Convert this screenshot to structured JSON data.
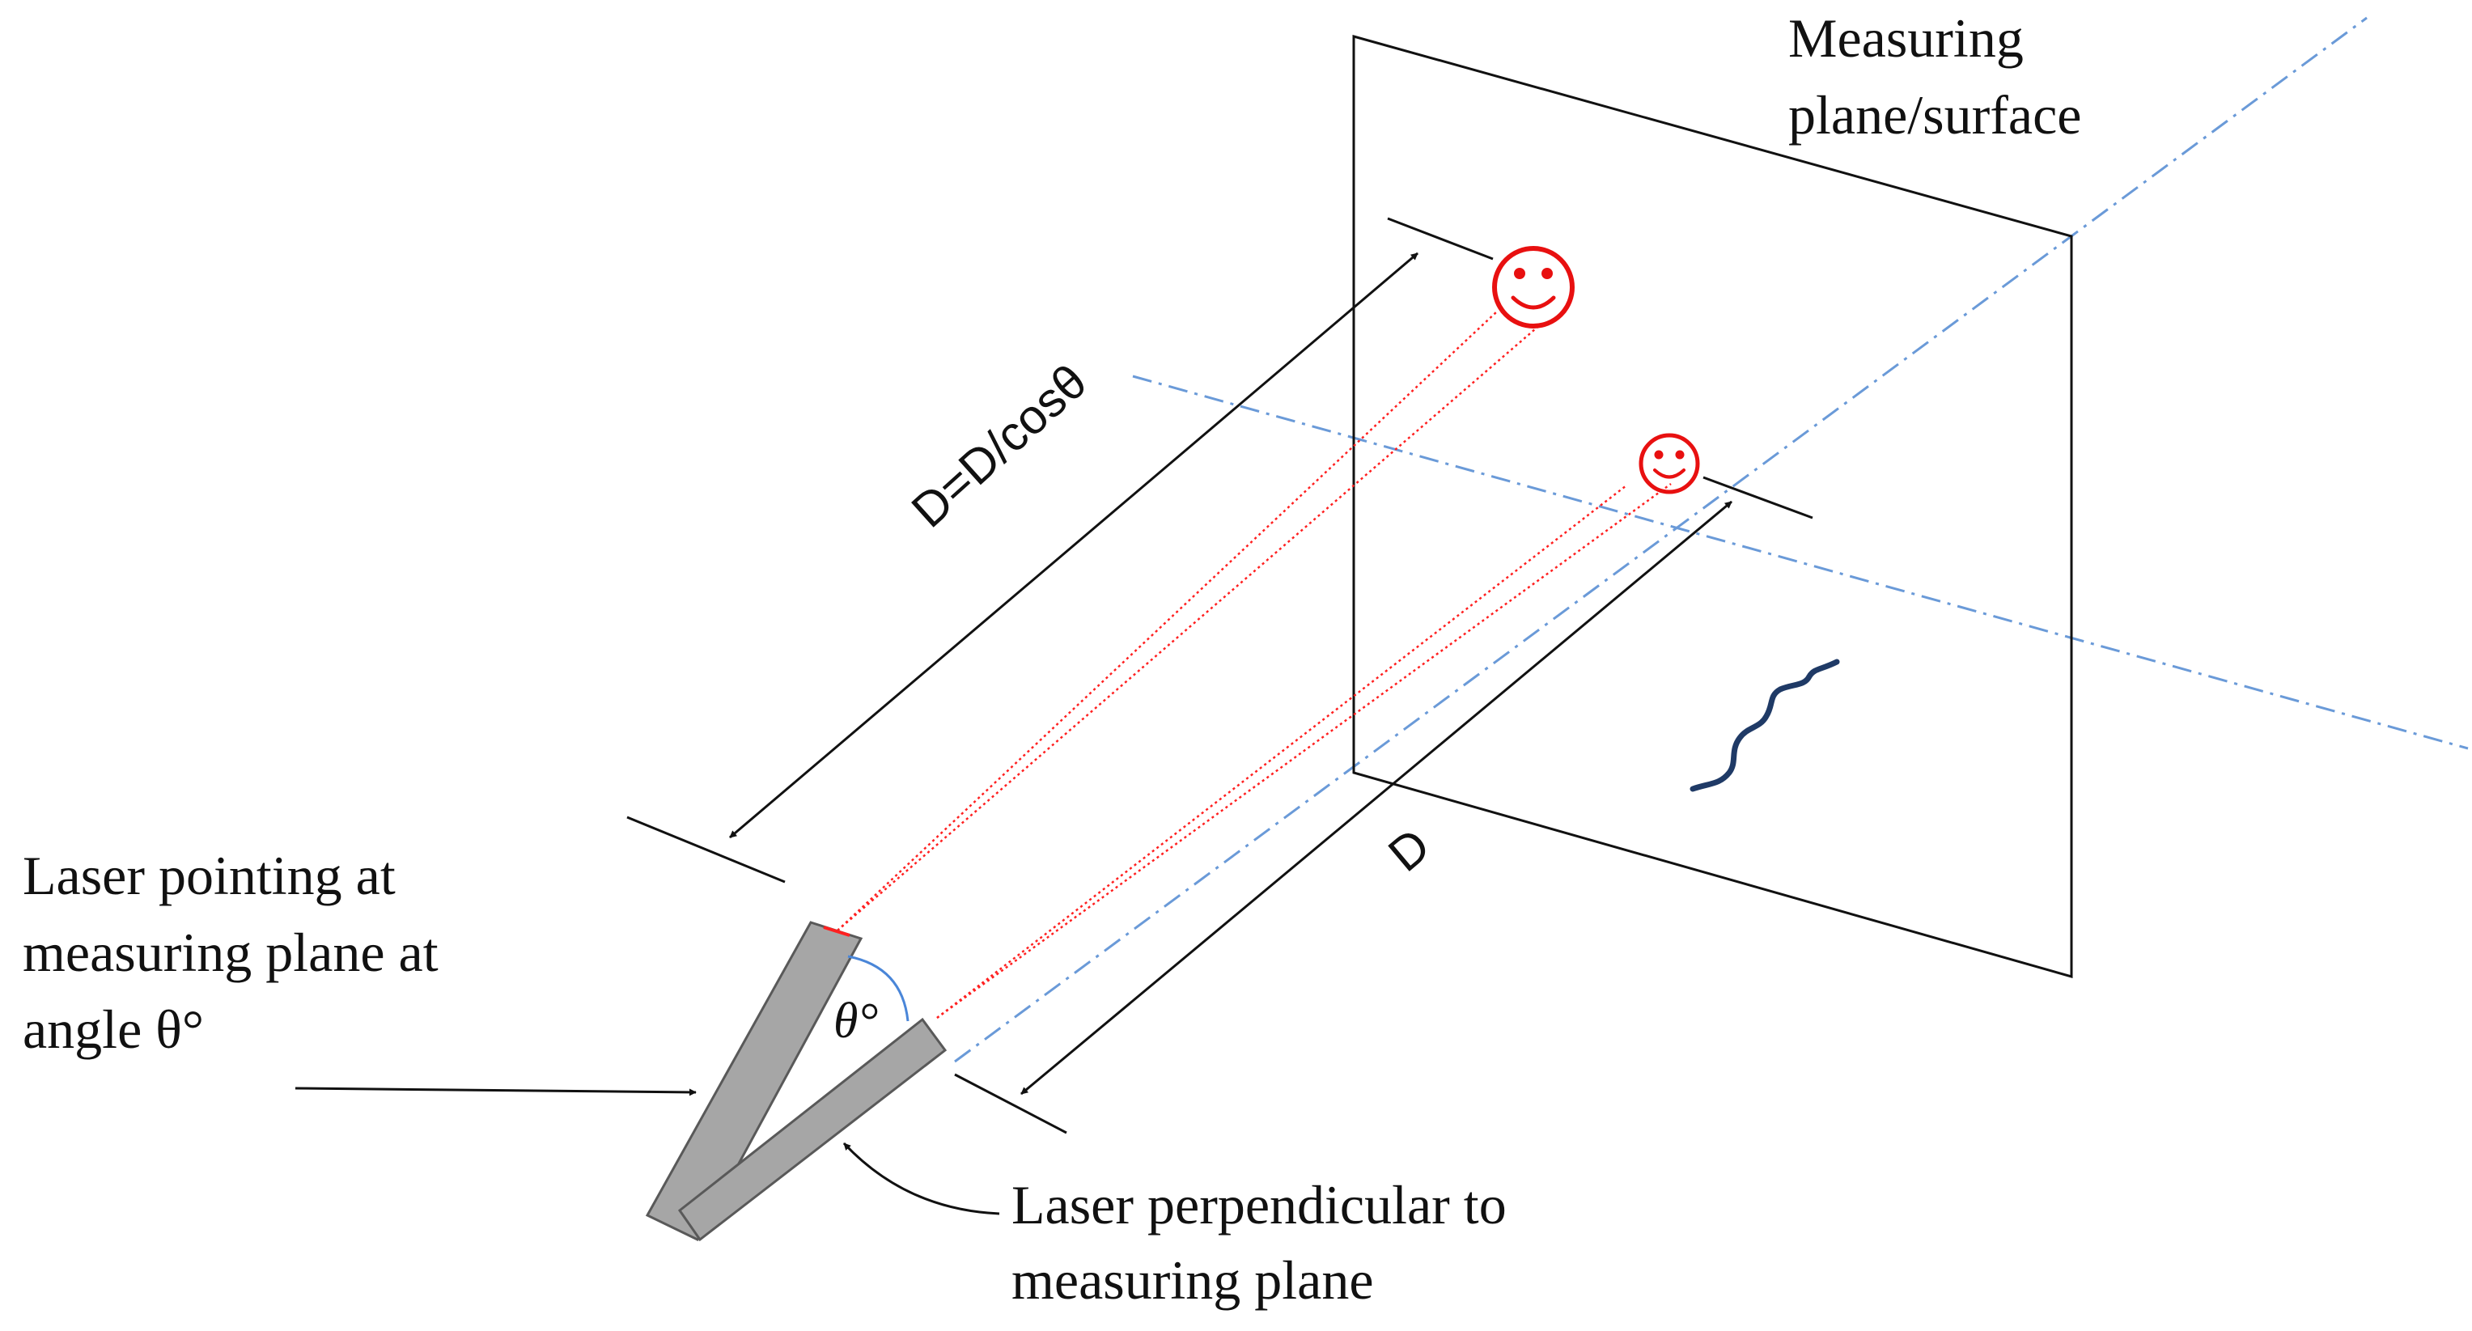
{
  "labels": {
    "measuring_plane": [
      "Measuring",
      "plane/surface"
    ],
    "laser_angle": [
      "Laser pointing at",
      "measuring plane at",
      "angle θ°"
    ],
    "laser_perpendicular": [
      "Laser perpendicular to",
      "measuring plane"
    ],
    "angle_symbol": "θ°",
    "slanted_distance": "D=D/cosθ",
    "perpendicular_distance": "D"
  },
  "colors": {
    "laser_beam": "#ff2020",
    "spot": "#e81010",
    "axis": "#6a9ad8",
    "laser_body": "#a6a6a6",
    "angle_arc": "#4a86d8",
    "crack": "#1f3a66",
    "ink": "#111111"
  },
  "icons": {
    "laser_spot": "smiley-face-icon"
  }
}
